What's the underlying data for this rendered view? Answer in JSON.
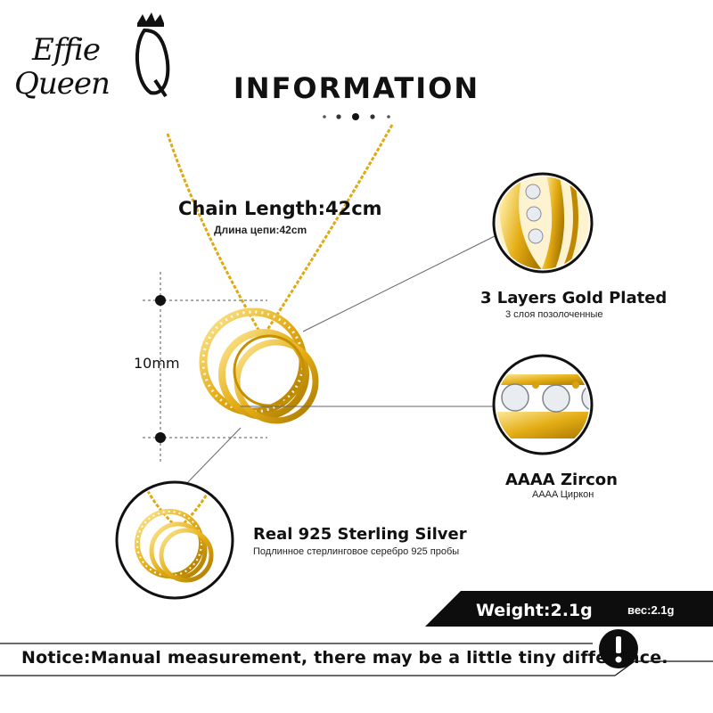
{
  "brand": {
    "line1": "Effie",
    "line2": "Queen",
    "crown_icon": "crown-icon"
  },
  "header": {
    "title": "INFORMATION"
  },
  "specs": {
    "chain_length": "Chain Length:42cm",
    "chain_length_ru": "Длина цепи:42cm",
    "pendant_size": "10mm",
    "plating": "3 Layers  Gold  Plated",
    "plating_ru": "3 слоя позолоченные",
    "stone": "AAAA Zircon",
    "stone_ru": "AAAA Циркон",
    "material": "Real 925  Sterling  Silver",
    "material_ru": "Подлинное стерлинговое серебро 925 пробы",
    "weight": "Weight:2.1g",
    "weight_ru": "вес:2.1g"
  },
  "notice": {
    "text": "Notice:Manual measurement, there may be a little tiny difference.",
    "icon": "exclamation-icon"
  },
  "colors": {
    "gold": "#e8b21a",
    "gold_dark": "#b88400",
    "gold_light": "#fbe38a",
    "ink": "#111111",
    "weight_bar": "#0d0d0d"
  }
}
